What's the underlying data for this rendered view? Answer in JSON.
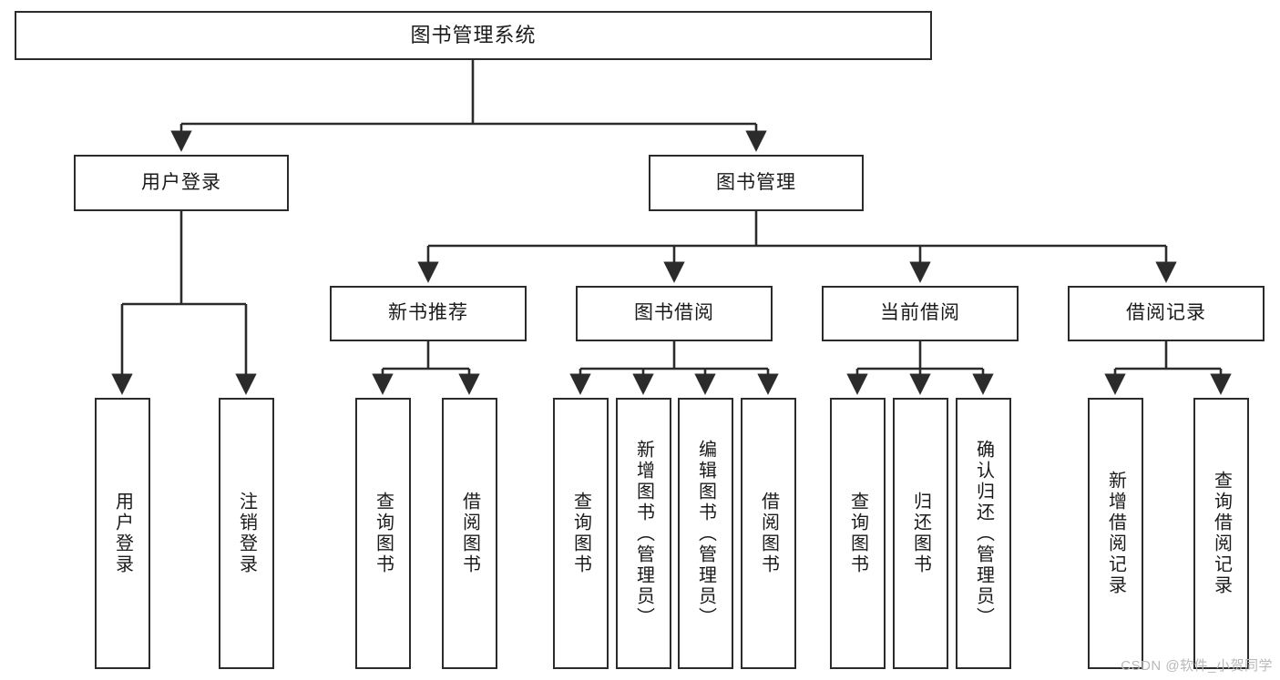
{
  "diagram": {
    "title": "图书管理系统",
    "type": "tree",
    "watermark": "CSDN @软件_小贺同学",
    "colors": {
      "node_border": "#2b2b2b",
      "node_fill": "#ffffff",
      "edge": "#2b2b2b",
      "text": "#1a1a1a",
      "watermark": "#b9b9b9",
      "background": "#ffffff"
    },
    "root": {
      "label": "图书管理系统"
    },
    "level2": [
      {
        "label": "用户登录"
      },
      {
        "label": "图书管理"
      }
    ],
    "level3": [
      {
        "label": "新书推荐"
      },
      {
        "label": "图书借阅"
      },
      {
        "label": "当前借阅"
      },
      {
        "label": "借阅记录"
      }
    ],
    "leaves": {
      "user_login": [
        {
          "label": "用户登录"
        },
        {
          "label": "注销登录"
        }
      ],
      "new_book_recommend": [
        {
          "label": "查询图书"
        },
        {
          "label": "借阅图书"
        }
      ],
      "book_borrow": [
        {
          "label": "查询图书"
        },
        {
          "label": "新增图书（管理员）"
        },
        {
          "label": "编辑图书（管理员）"
        },
        {
          "label": "借阅图书"
        }
      ],
      "current_borrow": [
        {
          "label": "查询图书"
        },
        {
          "label": "归还图书"
        },
        {
          "label": "确认归还（管理员）"
        }
      ],
      "borrow_record": [
        {
          "label": "新增借阅记录"
        },
        {
          "label": "查询借阅记录"
        }
      ]
    }
  }
}
